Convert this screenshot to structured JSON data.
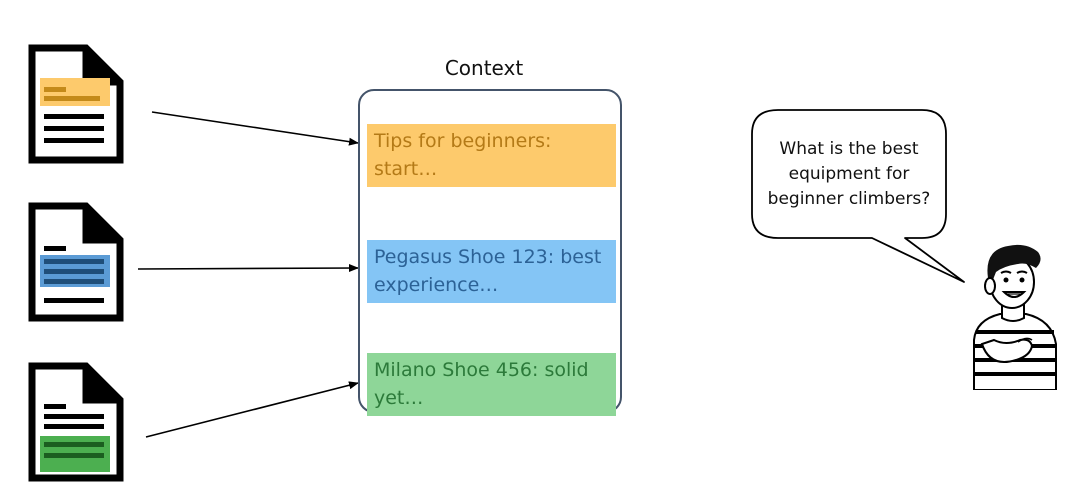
{
  "context": {
    "title": "Context",
    "chunks": [
      {
        "text": "Tips for beginners: start…",
        "color": "#fdca6c",
        "text_color": "#b47a17"
      },
      {
        "text": "Pegasus Shoe 123: best experience…",
        "color": "#84c5f5",
        "text_color": "#2c6296"
      },
      {
        "text": "Milano Shoe 456: solid yet…",
        "color": "#8ed698",
        "text_color": "#2c7a3a"
      }
    ]
  },
  "documents": [
    {
      "icon": "document-icon",
      "highlight_color": "#fdca6c"
    },
    {
      "icon": "document-icon",
      "highlight_color": "#5b9bd5"
    },
    {
      "icon": "document-icon",
      "highlight_color": "#4caf50"
    }
  ],
  "user": {
    "question": "What is the best equipment for beginner climbers?",
    "icon": "person-icon"
  }
}
